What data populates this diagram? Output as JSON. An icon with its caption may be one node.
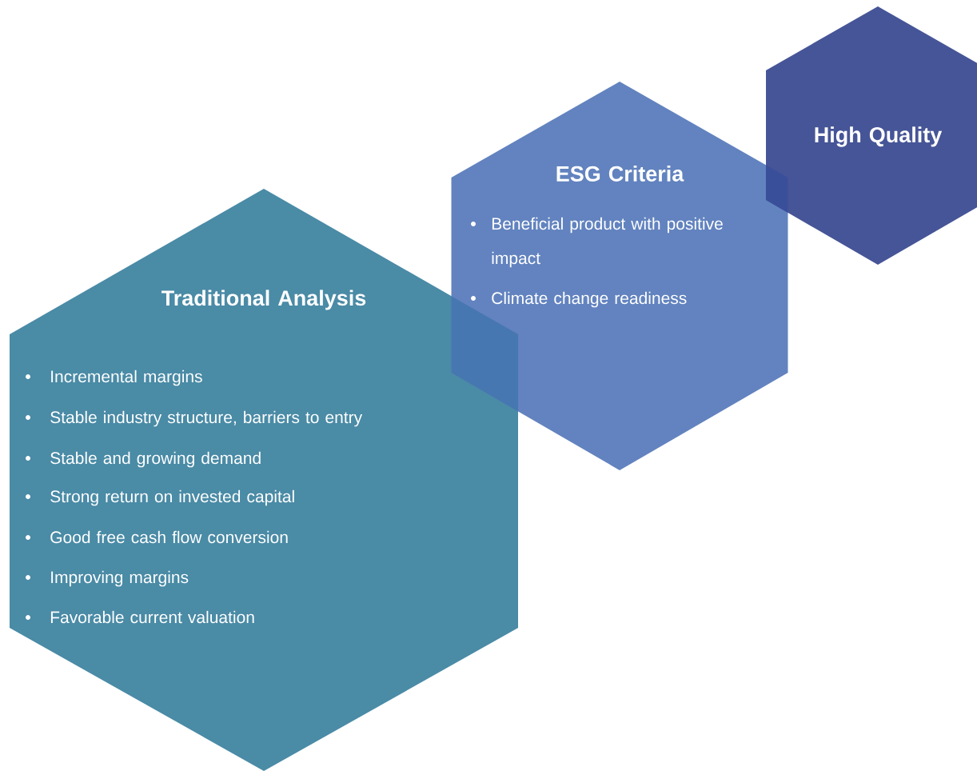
{
  "diagram": {
    "nodes": [
      {
        "text": [
          "Traditional Analysis",
          "Incremental margins",
          "Stable industry structure, barriers to entry",
          "Stable and growing demand",
          "Strong return on invested capital",
          "Good free cash flow conversion",
          "Improving margins",
          "Favorable current valuation"
        ]
      },
      {
        "text": [
          "ESG Criteria",
          "Beneficial product with positive impact",
          "Climate change readiness"
        ]
      },
      {
        "text": [
          "High Quality"
        ]
      }
    ]
  }
}
